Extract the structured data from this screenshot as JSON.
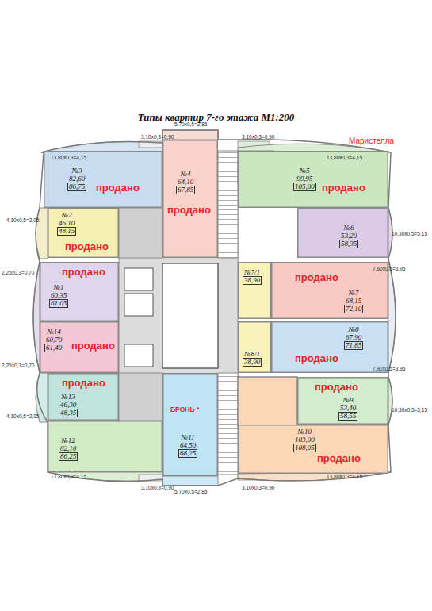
{
  "diagram": {
    "title": "Типы квартир 7-го этажа М1:200",
    "nodes": [
      {
        "text": [
          "№3",
          "82,60",
          "86,75",
          "продано"
        ]
      },
      {
        "text": [
          "№4",
          "64,10",
          "67,85",
          "продано"
        ]
      },
      {
        "text": [
          "№5",
          "99,95",
          "105,00",
          "продано"
        ]
      },
      {
        "text": [
          "№2",
          "46,10",
          "48,15",
          "продано"
        ]
      },
      {
        "text": [
          "№6",
          "53,20",
          "58,35"
        ]
      },
      {
        "text": [
          "№1",
          "60,35",
          "61,05",
          "продано"
        ]
      },
      {
        "text": [
          "№7/1",
          "38,90"
        ]
      },
      {
        "text": [
          "№7",
          "68,15",
          "72,10",
          "продано"
        ]
      },
      {
        "text": [
          "№14",
          "60,70",
          "61,40",
          "продано"
        ]
      },
      {
        "text": [
          "№8/1",
          "38,90"
        ]
      },
      {
        "text": [
          "№8",
          "67,90",
          "71,85",
          "продано"
        ]
      },
      {
        "text": [
          "№13",
          "46,30",
          "48,35",
          "продано"
        ]
      },
      {
        "text": [
          "№9",
          "53,40",
          "58,55",
          "продано"
        ]
      },
      {
        "text": [
          "№12",
          "82,10",
          "86,25"
        ]
      },
      {
        "text": [
          "№11",
          "64,50",
          "68,25",
          "БРОНЬ *"
        ]
      },
      {
        "text": [
          "№10",
          "103,00",
          "108,05",
          "продано"
        ]
      }
    ],
    "labels": [
      "Маристелла",
      "13,80х0,3=4,15",
      "3,10х0,3=0,90",
      "5,70х0,5=2,85",
      "3,10х0,3=0,90",
      "13,80х0,3=4,15",
      "4,10х0,5=2,05",
      "10,30х0,5=5,15",
      "2,25х0,3=0,70",
      "7,90х0,5=3,95",
      "2,25х0,3=0,70",
      "7,90х0,5=3,95",
      "4,10х0,5=2,05",
      "10,30х0,5=5,15",
      "13,80х0,3=4,15",
      "3,10х0,3=0,90",
      "5,70х0,5=2,85",
      "3,10х0,3=0,90",
      "13,80х0,3=4,15"
    ]
  }
}
